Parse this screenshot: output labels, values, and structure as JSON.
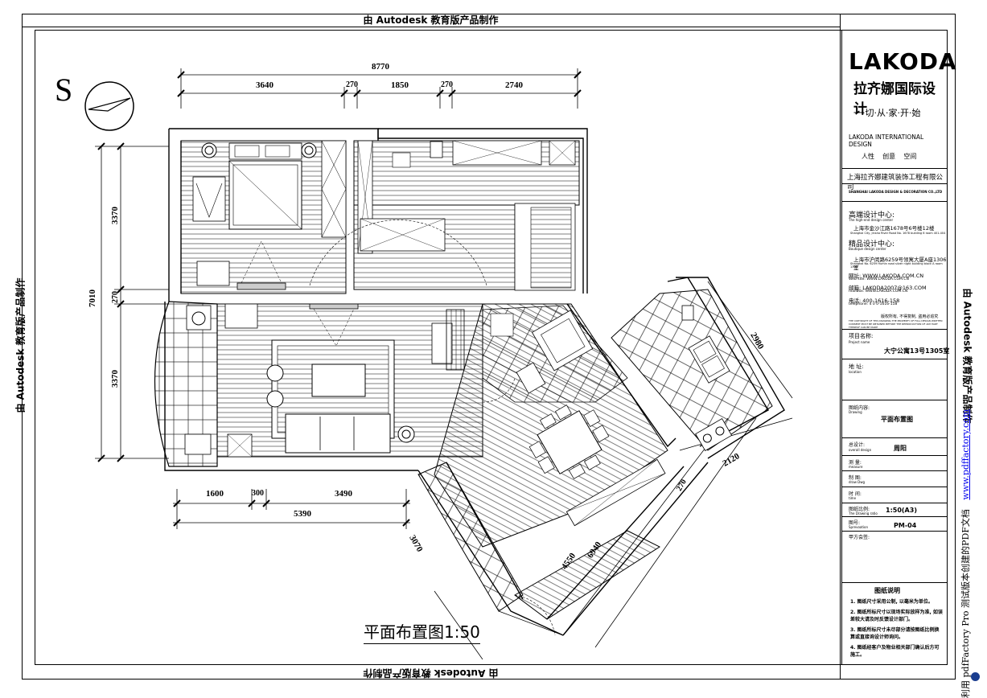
{
  "banners": {
    "top": "由 Autodesk 教育版产品制作",
    "bottom": "由 Autodesk 教育版产品制作",
    "left": "由 Autodesk 教育版产品制作",
    "right": "由 Autodesk 教育版产品制作"
  },
  "watermark": {
    "text": "利用 pdfFactory Pro 测试版本创建的PDF文档",
    "url": "www.pdffactory.com"
  },
  "north_label": "S",
  "plan_title": "平面布置图1:50",
  "dimensions": {
    "top_total": "8770",
    "top_segments": [
      "3640",
      "270",
      "1850",
      "270",
      "2740"
    ],
    "left_total": "7010",
    "left_segments": [
      "3370",
      "270",
      "3370"
    ],
    "bottom_segments": [
      "1600",
      "300",
      "3490"
    ],
    "bottom_total": "5390",
    "right_a": "2980",
    "right_b": "2120",
    "right_c": "270",
    "diag_a": "4550",
    "diag_b": "6940",
    "diag_c": "3070"
  },
  "title_block": {
    "logo": "LAKODA",
    "company_cn": "拉齐娜国际设计",
    "slogan": "一·切·从·家·开·始",
    "company_en": "LAKODA INTERNATIONAL DESIGN",
    "values": "人性    创意    空间",
    "corp_name": "上海拉齐娜建筑装饰工程有限公司",
    "corp_en": "SHANGHAI LAKODA DESIGN & DECORATION CO.,LTD",
    "center1_title": "高端设计中心:",
    "center1_sub": "The high-end design center",
    "center1_addr": "上海市金沙江路1678号6号楼12楼",
    "center1_addr_en": "Shanghai City, Jinsha River Road No. 1678 building 6 room 401-404",
    "center2_title": "精品设计中心:",
    "center2_sub": "Boutique design center",
    "center2_addr": "上海市沪闵路6259号领寓大厦A座1306室",
    "center2_addr_en": "Shanghai No. 6259 Humin road silver night building block A room 1306",
    "web": "网址: WWW.LAKODA.COM.CN",
    "web_en": "Web site: WWW.LAKODA.COM.CN",
    "mail": "邮箱: LAKODA2007@163.COM",
    "mail_en": "mailbox: WWW.LAKODA.COM.CN",
    "phone": "电话: 400-1616-158",
    "phone_en": "telephone: 4 0 0-1616-158",
    "copyright": "版权所有, 不得复制, 盗用必追究",
    "copyright_en": "THE COPYRIGHT OF THIS DRAWING THE PROPERTY OF FULL DESIGN WRITTEN CONSENT MUST BE OBTAINED BEFORE THE REPRODUCTION OF ANY PART THEREOF CAN BE MADE",
    "project_label": "项目名称:",
    "project_label_en": "Project name",
    "project_value": "大宁公寓13号1305室",
    "address_label": "地 址:",
    "address_label_en": "location",
    "drawing_label": "图纸内容:",
    "drawing_label_en": "Drawing",
    "drawing_value": "平面布置图",
    "designer_label": "总设计:",
    "designer_label_en": "overall design",
    "designer_value": "周阳",
    "measure_label": "测 量:",
    "measure_label_en": "measure",
    "draw_label": "制 图:",
    "draw_label_en": "draw Dwg",
    "time_label": "时 间:",
    "time_label_en": "time",
    "scale_label": "图纸比例:",
    "scale_label_en": "The Drawing ratio",
    "scale_value": "1:50(A3)",
    "number_label": "图号:",
    "number_label_en": "Sprevoation",
    "number_value": "PM-04",
    "client_label": "甲方会签:",
    "notes_title": "图纸说明",
    "notes": [
      "1. 图纸尺寸采用公制, 以毫米为单位。",
      "2. 图纸所标尺寸以现场实际放样为准, 如误差较大请及时反馈设计部门。",
      "3. 图纸所标尺寸未尽部分请按图纸比例换算或直接询设计师询问。",
      "4. 图纸经客户及物业相关部门确认后方可施工。"
    ]
  }
}
